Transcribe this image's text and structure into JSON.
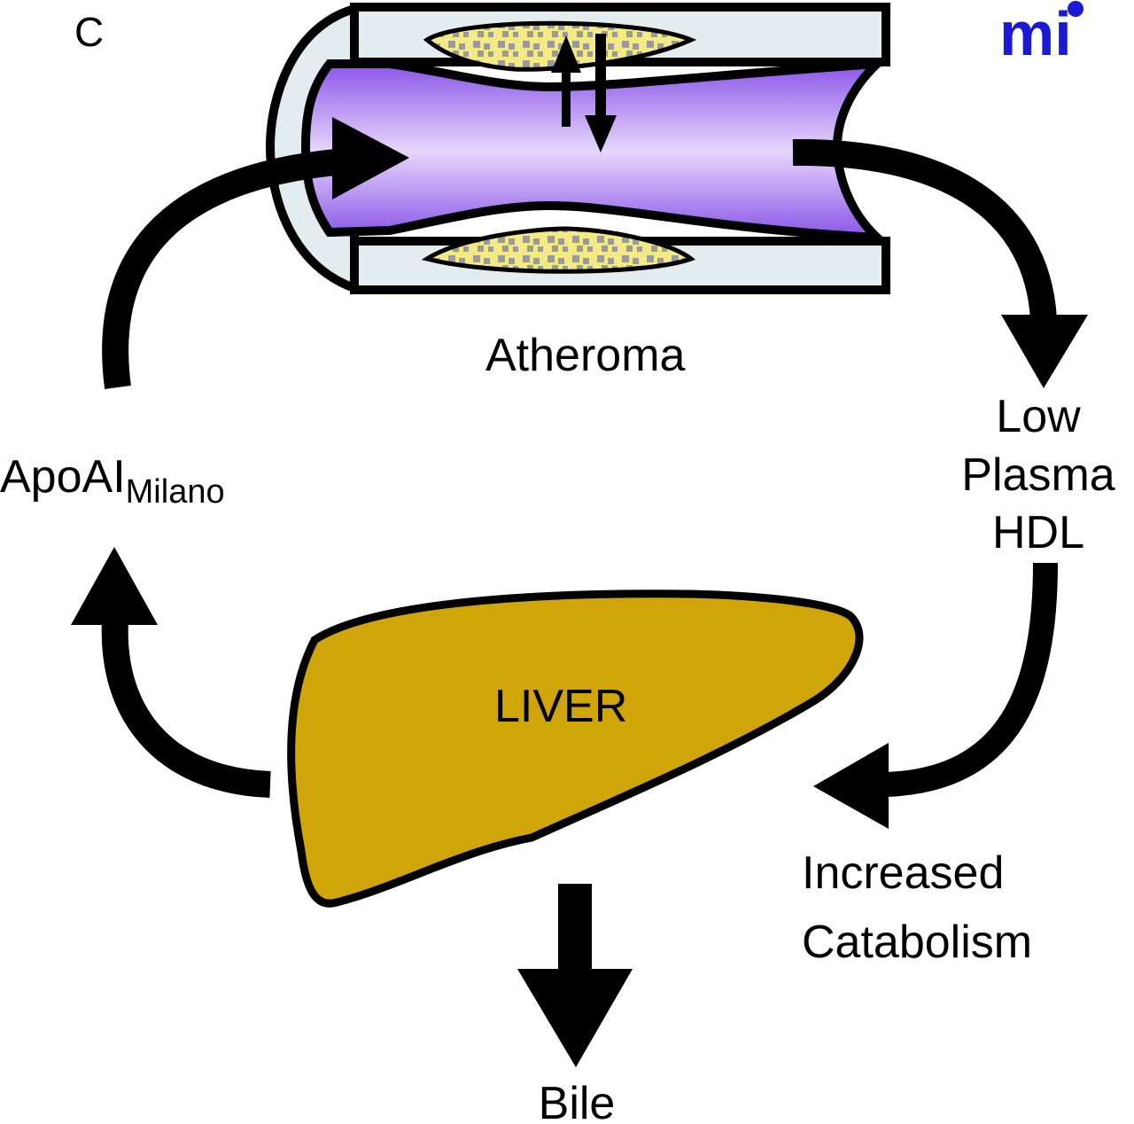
{
  "figure": {
    "panel_letter": "C",
    "logo_text": "mi",
    "colors": {
      "lumen_edge": "#8a55e8",
      "lumen_center": "#e6d6fb",
      "vessel_wall": "#e3ecef",
      "plaque_fill": "#f3ea86",
      "plaque_speckle": "#9a9a9a",
      "liver_fill": "#cfa50a",
      "logo": "#1a1ad6",
      "outline": "#000000"
    }
  },
  "labels": {
    "atheroma": "Atheroma",
    "apoai_main": "ApoAI",
    "apoai_sub": "Milano",
    "low_plasma_hdl": [
      "Low",
      "Plasma",
      "HDL"
    ],
    "liver": "LIVER",
    "increased_catabolism": [
      "Increased",
      "Catabolism"
    ],
    "bile": "Bile"
  }
}
